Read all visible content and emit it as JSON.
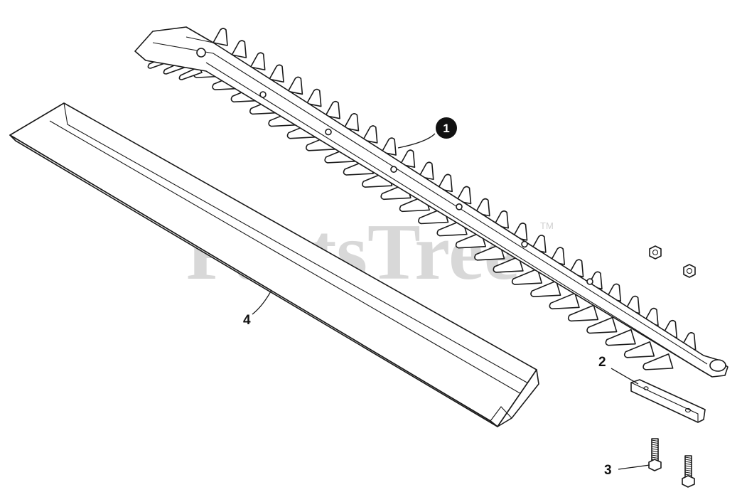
{
  "watermark": {
    "text": "PartsTree",
    "tm": "TM"
  },
  "callouts": [
    {
      "id": "1",
      "label": "1",
      "style": "badge",
      "part": "blade-assembly"
    },
    {
      "id": "2",
      "label": "2",
      "style": "plain",
      "part": "blade-plate"
    },
    {
      "id": "3",
      "label": "3",
      "style": "plain",
      "part": "bolt"
    },
    {
      "id": "4",
      "label": "4",
      "style": "plain",
      "part": "blade-guard"
    }
  ]
}
